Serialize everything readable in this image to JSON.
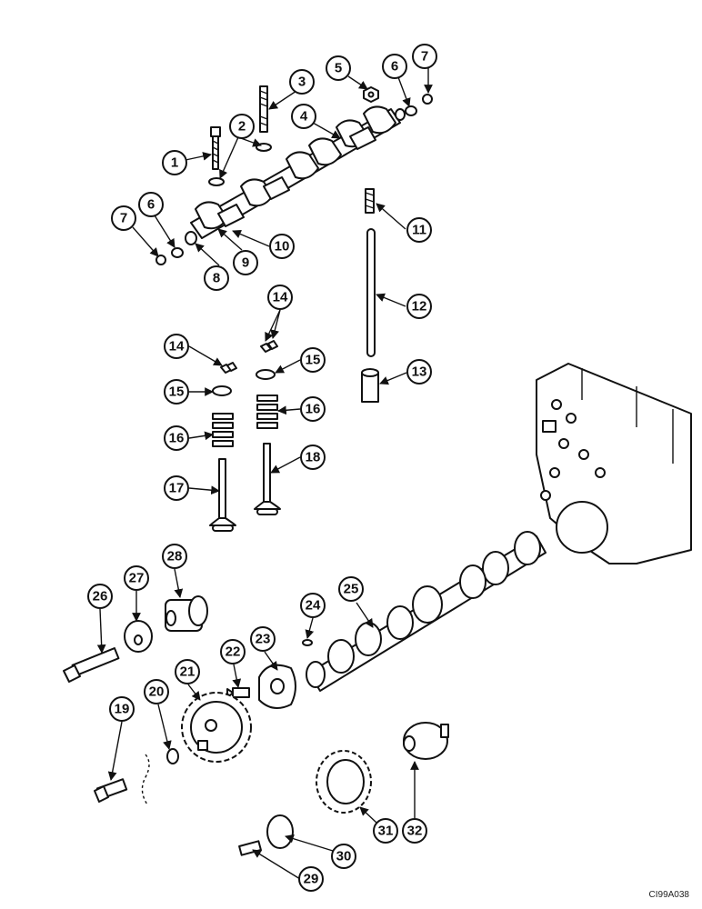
{
  "reference_code": "CI99A038",
  "callouts": [
    "1",
    "2",
    "3",
    "4",
    "5",
    "6",
    "7",
    "6",
    "7",
    "8",
    "9",
    "10",
    "11",
    "12",
    "14",
    "14",
    "15",
    "15",
    "16",
    "16",
    "17",
    "18",
    "13",
    "26",
    "27",
    "28",
    "24",
    "25",
    "23",
    "22",
    "21",
    "20",
    "19",
    "32",
    "31",
    "30",
    "29"
  ]
}
